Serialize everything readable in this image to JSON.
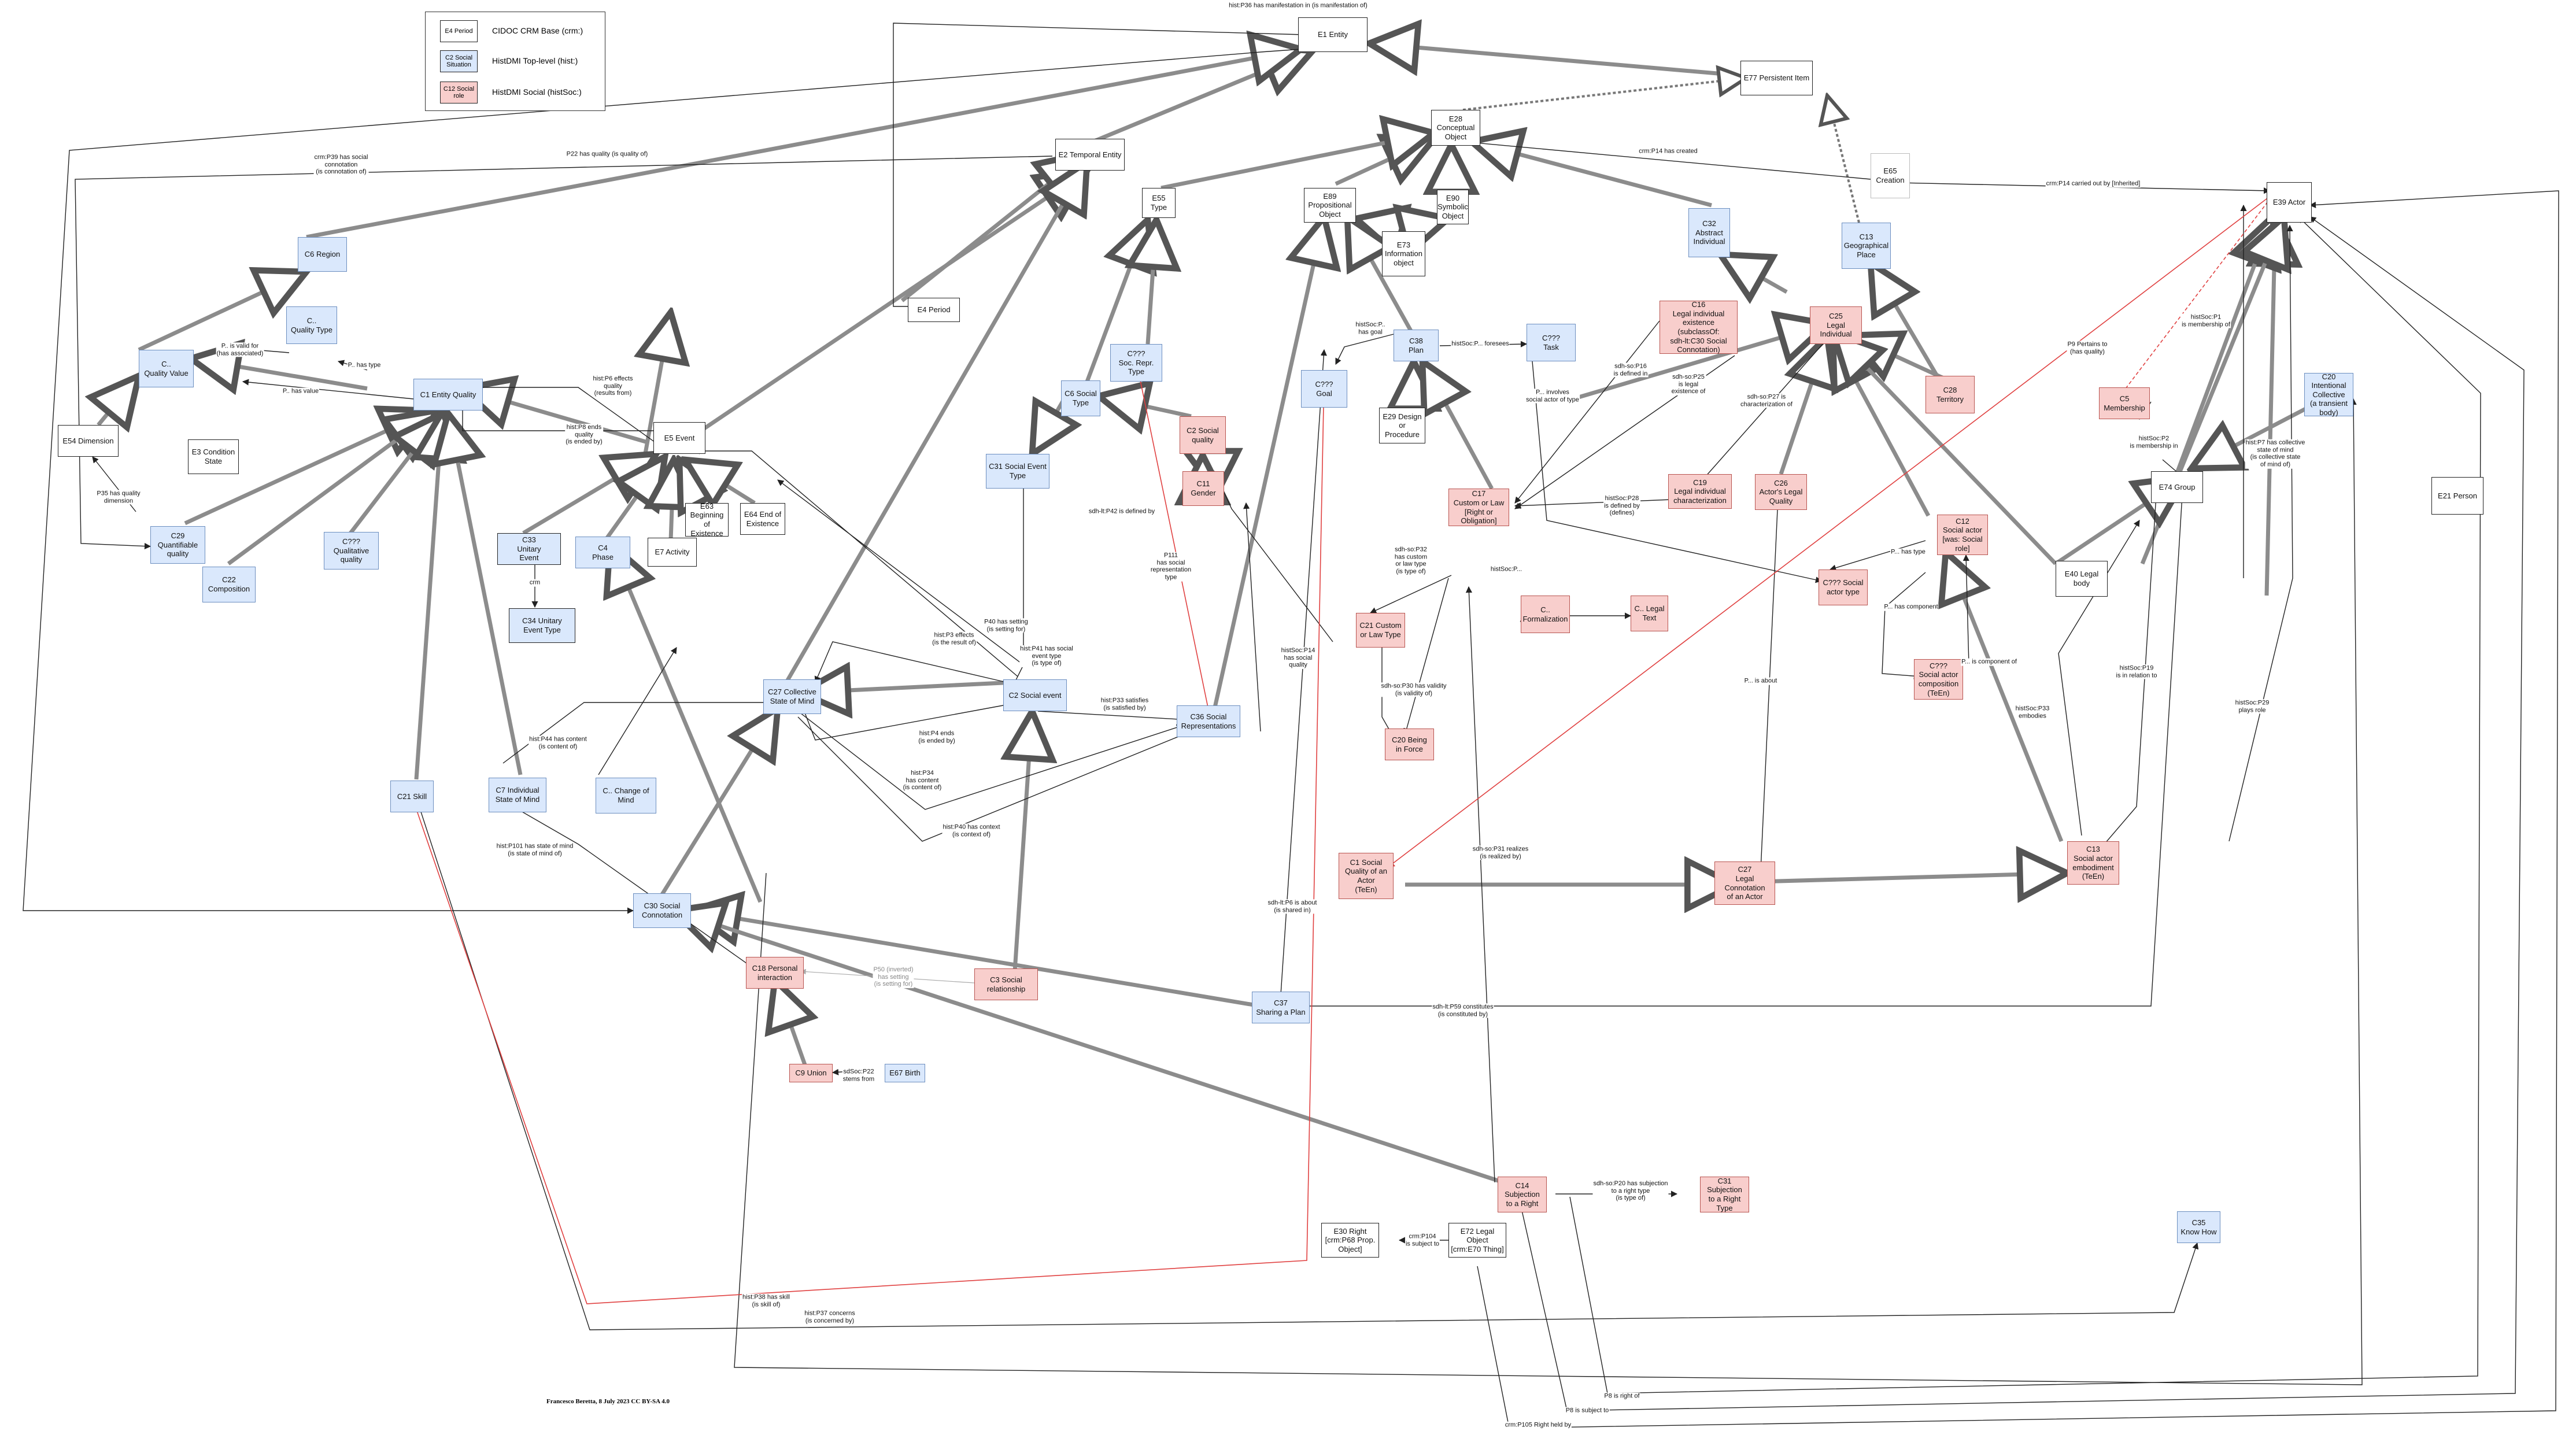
{
  "legend": {
    "crm_box": "E4 Period",
    "crm_text": "CIDOC CRM Base (crm:)",
    "top_box": "C2 Social\nSituation",
    "top_text": "HistDMI Top-level (hist:)",
    "soc_box": "C12 Social\nrole",
    "soc_text": "HistDMI Social (histSoc:)"
  },
  "credit": "Francesco Beretta, 8 July 2023 CC BY-SA 4.0",
  "nodes": {
    "E1": "E1 Entity",
    "E77": "E77 Persistent Item",
    "E28": "E28\nConceptual\nObject",
    "E2": "E2 Temporal Entity",
    "E55": "E55\nType",
    "E89": "E89\nPropositional\nObject",
    "E90": "E90\nSymbolic\nObject",
    "E73": "E73\nInformation\nobject",
    "E65": "E65\nCreation",
    "E39": "E39 Actor",
    "C32": "C32\nAbstract\nIndividual",
    "C13geo": "C13\nGeographical\nPlace",
    "C6region": "C6 Region",
    "Cquality": "C..\nQuality Type",
    "CqualityValue": "C..\nQuality Value",
    "E4": "E4 Period",
    "C1EQ": "C1 Entity Quality",
    "E5": "E5 Event",
    "E54": "E54 Dimension",
    "E3": "E3 Condition\nState",
    "C29": "C29\nQuantifiable\nquality",
    "C22": "C22\nComposition",
    "C777Qual": "C???\nQualitative\nquality",
    "C33": "C33\nUnitary\nEvent",
    "C34": "C34 Unitary\nEvent Type",
    "C4": "C4\nPhase",
    "E7": "E7 Activity",
    "E63": "E63\nBeginning\nof Existence",
    "E64": "E64 End of\nExistence",
    "C6SocType": "C6 Social\nType",
    "C777SocRepr": "C???\nSoc. Repr.\nType",
    "C2SocQual": "C2 Social\nquality",
    "C11": "C11\nGender",
    "C31": "C31 Social Event\nType",
    "C777Goal": "C???\nGoal",
    "C38": "C38\nPlan",
    "C777Task": "C???\nTask",
    "E29": "E29 Design\nor\nProcedure",
    "C16": "C16\nLegal individual\nexistence\n(subclassOf:\nsdh-lt:C30 Social\nConnotation)",
    "C25": "C25\nLegal\nIndividual",
    "C28": "C28\nTerritory",
    "C5": "C5\nMembership",
    "C20": "C20\nIntentional\nCollective\n(a transient\nbody)",
    "E74": "E74 Group",
    "E21": "E21 Person",
    "E40": "E40 Legal\nbody",
    "C12": "C12\nSocial actor\n[was: Social\nrole]",
    "C777SocActorType": "C??? Social\nactor type",
    "C777SocActorComp": "C???\nSocial actor\ncomposition\n(TeEn)",
    "C17": "C17\nCustom or Law\n[Right or Obligation]",
    "C19": "C19\nLegal individual\ncharacterization",
    "C26": "C26\nActor's Legal\nQuality",
    "C21": "C21 Custom\nor Law Type",
    "CForm": "C..\nFormalization",
    "CLegalText": "C.. Legal\nText",
    "C20Being": "C20 Being\nin Force",
    "C27CSM": "C27 Collective\nState of Mind",
    "C2SocEvent": "C2 Social event",
    "C36": "C36 Social\nRepresentations",
    "C21Skill": "C21 Skill",
    "C7": "C7 Individual\nState of Mind",
    "CChange": "C.. Change of\nMind",
    "C1SQ": "C1 Social\nQuality of an\nActor\n(TeEn)",
    "C27Legal": "C27\nLegal\nConnotation\nof an Actor",
    "C13SAE": "C13\nSocial actor\nembodiment\n(TeEn)",
    "C30": "C30 Social\nConnotation",
    "C18": "C18 Personal\ninteraction",
    "C3": "C3 Social\nrelationship",
    "C37": "C37\nSharing a Plan",
    "C9": "C9 Union",
    "E67": "E67 Birth",
    "C14": "C14\nSubjection\nto a Right",
    "C31Subj": "C31\nSubjection\nto a Right\nType",
    "E30": "E30 Right\n[crm:P68 Prop.\nObject]",
    "E72": "E72 Legal\nObject\n[crm:E70 Thing]",
    "C35": "C35\nKnow How"
  },
  "edge_labels": {
    "p36": "hist:P36 has manifestation in (is manifestation of)",
    "p39": "crm:P39 has social\nconnotation\n(is connotation of)",
    "p22": "P22 has quality (is quality of)",
    "p14created": "crm:P14 has created",
    "p14carried": "crm:P14 carried out by [Inherited]",
    "validFor": "P.. is valid for\n(has associated)",
    "hasType1": "P.. has type",
    "hasValue": "P.. has value",
    "p6effects": "hist:P6 effects\nquality\n(results from)",
    "p8ends": "hist:P8 ends\nquality\n(is ended by)",
    "p35": "P35 has quality\ndimension",
    "hasGoal": "histSoc:P..\nhas goal",
    "foresees": "histSoc:P... foresees",
    "involves": "P... involves\nsocial actor of type",
    "p16": "sdh-so:P16\nis defined in",
    "p25": "sdh-so:P25\nis legal\nexistence of",
    "p27": "sdh-so:P27 is\ncharacterization of",
    "membership1": "histSoc:P1\nis membership of",
    "membership2": "histSoc:P2\nis membership in",
    "p9partOf": "P9 Pertains to\n(has quality)",
    "p7collective": "hist:P7 has collective\nstate of mind\n(is collective state\nof mind of)",
    "p28": "histSoc:P28\nis defined by\n(defines)",
    "hasType2": "P... has type",
    "hasComponent": "P... has component",
    "isComponentOf": "P... is component of",
    "p42": "sdh-lt:P42 is defined by",
    "p111": "P111\nhas social\nrepresentation\ntype",
    "p14social": "histSoc:P14\nhas social\nquality",
    "p32": "sdh-so:P32\nhas custom\nor law type\n(is type of)",
    "formalization": "histSoc:P...",
    "p30": "sdh-so:P30 has validity\n(is validity of)",
    "isAbout": "P... is about",
    "p19": "histSoc:P19\nis in relation to",
    "p33": "histSoc:P33\nembodies",
    "p29": "histSoc:P29\nplays role",
    "p40setting": "P40 has setting\n(is setting for)",
    "p3effects": "hist:P3 effects\n(is the result of)",
    "p41": "hist:P41 has social\nevent type\n(is type of)",
    "p33satisfies": "hist:P33 satisfies\n(is satisfied by)",
    "p4ends": "hist:P4 ends\n(is ended by)",
    "p34": "hist:P34\nhas content\n(is content of)",
    "p40context": "hist:P40 has context\n(is context of)",
    "p44": "hist:P44 has content\n(is content of)",
    "p101": "hist:P101 has state of mind\n(is state of mind of)",
    "p6shared": "sdh-lt:P6 is about\n(is shared in)",
    "p31realizes": "sdh-so:P31 realizes\n(is realized by)",
    "p59": "sdh-lt:P59 constitutes\n(is constituted by)",
    "p50": "P50 (inverted)\nhas setting\n(is setting for)",
    "p22stems": "sdSoc:P22\nstems from",
    "p20subjection": "sdh-so:P20 has subjection\nto a right type\n(is type of)",
    "p104": "crm:P104\nis subject to",
    "p38skill": "hist:P38 has skill\n(is skill of)",
    "p37concerns": "hist:P37 concerns\n(is concerned by)",
    "p9right": "P8 is right of",
    "p9subject": "P8 is subject to",
    "p105": "crm:P105 Right held by",
    "crmRel": "crm"
  },
  "colors": {
    "crm_fill": "#ffffff",
    "top_fill": "#dae8fc",
    "top_border": "#6c8ebf",
    "soc_fill": "#f8cecc",
    "soc_border": "#b85450",
    "thick_edge": "#8c8c8c",
    "thin_edge": "#222222",
    "red_edge": "#e04040"
  }
}
